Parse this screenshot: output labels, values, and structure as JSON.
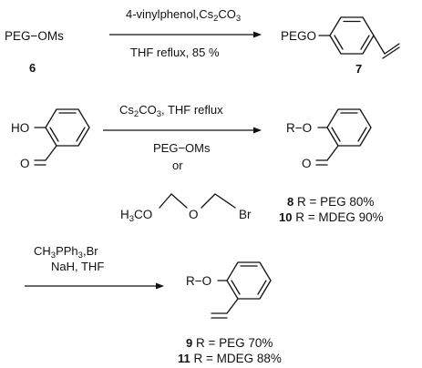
{
  "step1": {
    "reactant": "PEG−OMs",
    "reactant_number": "6",
    "reagent": "4-vinylphenol,Cs",
    "reagent_sub": "2",
    "reagent_tail": "CO",
    "reagent_sub2": "3",
    "conditions": "THF reflux, 85 %",
    "product_label": "PEGO",
    "product_number": "7"
  },
  "step2": {
    "sm_ho": "HO",
    "sm_o": "O",
    "reagent_a": "Cs",
    "reagent_a_sub": "2",
    "reagent_a_tail": "CO",
    "reagent_a_sub2": "3",
    "reagent_a_end": ", THF reflux",
    "reagent_b": "PEG−OMs",
    "or": "or",
    "mdeg_h3co": "H",
    "mdeg_h3co_sub": "3",
    "mdeg_h3co_tail": "CO",
    "mdeg_o": "O",
    "mdeg_br": "Br",
    "product_r": "R−O",
    "product_o": "O",
    "result_1_number": "8",
    "result_1_text": " R = PEG 80%",
    "result_2_number": "10",
    "result_2_text": " R = MDEG 90%"
  },
  "step3": {
    "reagent_a": "CH",
    "reagent_a_sub": "3",
    "reagent_a_mid": "PPh",
    "reagent_a_sub2": "3",
    "reagent_a_end": ",Br",
    "reagent_b": "NaH, THF",
    "product_r": "R−O",
    "result_1_number": "9",
    "result_1_text": " R = PEG 70%",
    "result_2_number": "11",
    "result_2_text": " R = MDEG 88%"
  }
}
